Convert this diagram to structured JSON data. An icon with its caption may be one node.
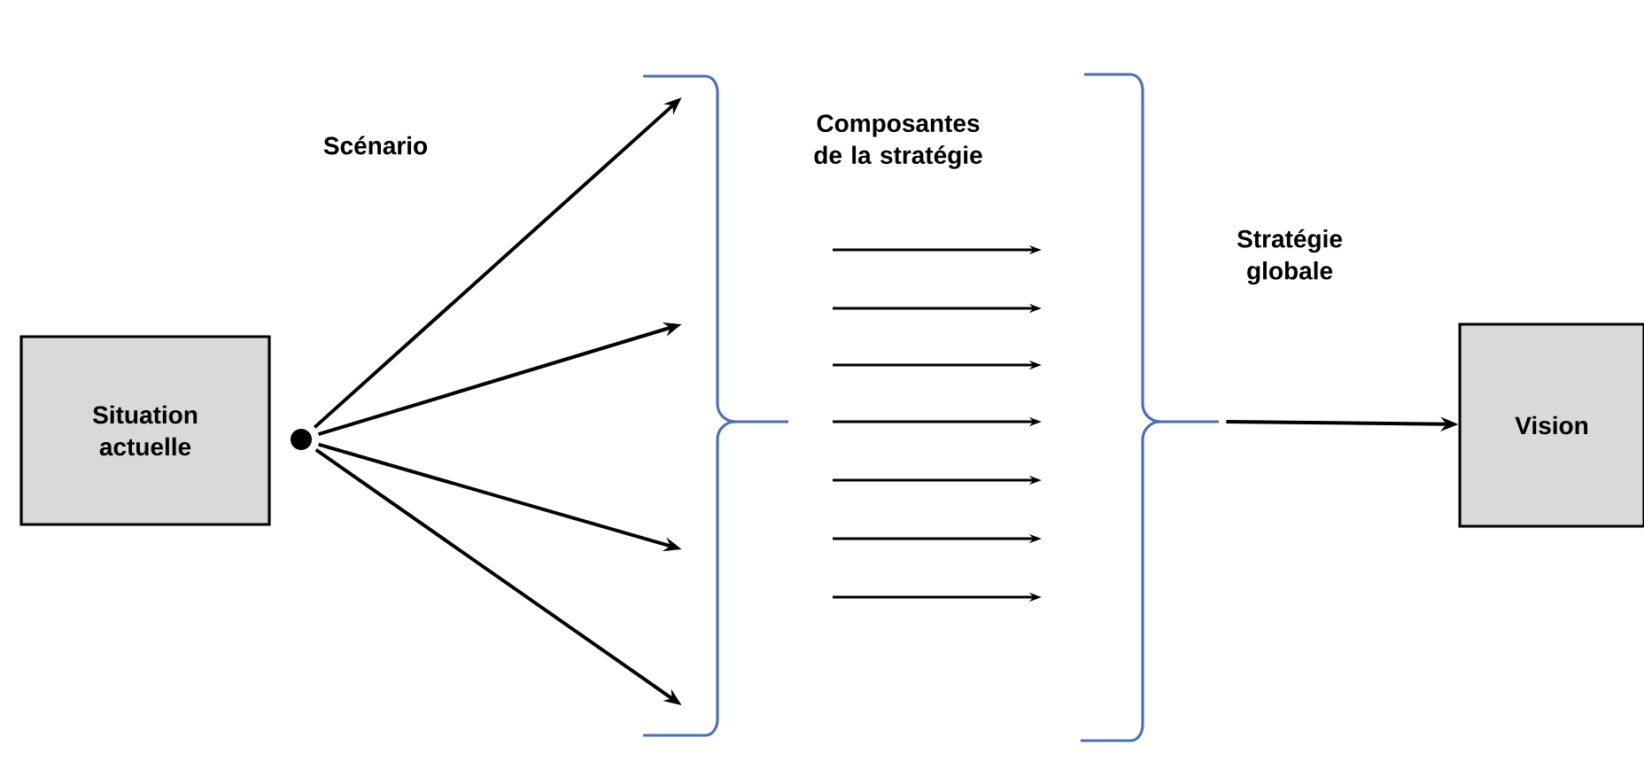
{
  "diagram": {
    "nodes": [
      {
        "text": [
          "Situation actuelle"
        ]
      },
      {
        "text": [],
        "shape": "circle"
      },
      {
        "text": [],
        "shape": "bracket"
      },
      {
        "text": [],
        "shape": "bracket"
      },
      {
        "text": [
          "Vision"
        ]
      }
    ],
    "edges": [
      {
        "from": 1,
        "to": 2,
        "arrow": "to"
      },
      {
        "from": 1,
        "to": 2,
        "arrow": "to"
      },
      {
        "from": 1,
        "to": 2,
        "arrow": "to"
      },
      {
        "from": 1,
        "to": 2,
        "arrow": "to"
      },
      {
        "from": 3,
        "to": 4,
        "arrow": "to"
      }
    ],
    "labels": [
      "Scénario",
      "Composantes de la stratégie",
      "Stratégie globale"
    ]
  }
}
